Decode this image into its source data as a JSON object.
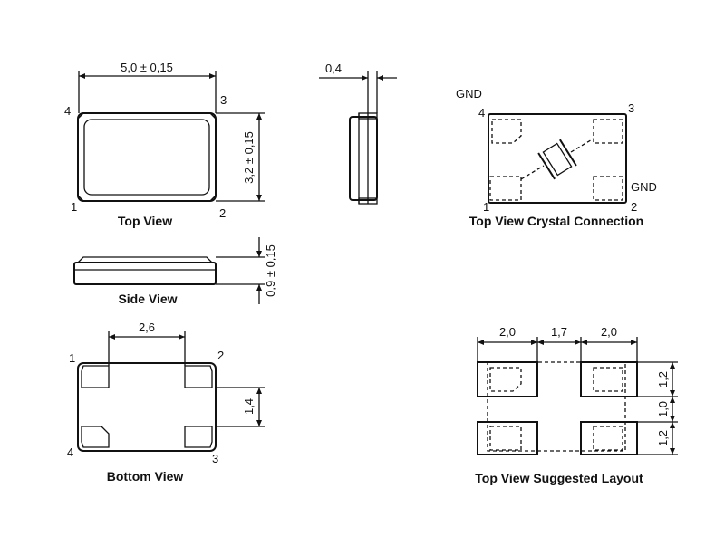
{
  "top_view": {
    "caption": "Top View",
    "width_dim": "5,0 ± 0,15",
    "height_dim": "3,2 ± 0,15",
    "pins": [
      "1",
      "2",
      "3",
      "4"
    ]
  },
  "end_view": {
    "thickness_dim": "0,4"
  },
  "side_view": {
    "caption": "Side View",
    "height_dim": "0,9 ± 0,15"
  },
  "bottom_view": {
    "caption": "Bottom View",
    "pad_spacing_dim": "2,6",
    "pad_height_dim": "1,4",
    "pins": [
      "1",
      "2",
      "3",
      "4"
    ]
  },
  "crystal_view": {
    "caption": "Top View Crystal Connection",
    "gnd_label_top": "GND",
    "gnd_label_right": "GND",
    "pins": [
      "1",
      "2",
      "3",
      "4"
    ]
  },
  "layout_view": {
    "caption": "Top View Suggested Layout",
    "dim_pad_width_left": "2,0",
    "dim_gap": "1,7",
    "dim_pad_width_right": "2,0",
    "dim_pad_height_top": "1,2",
    "dim_vertical_gap": "1,0",
    "dim_pad_height_bottom": "1,2"
  }
}
